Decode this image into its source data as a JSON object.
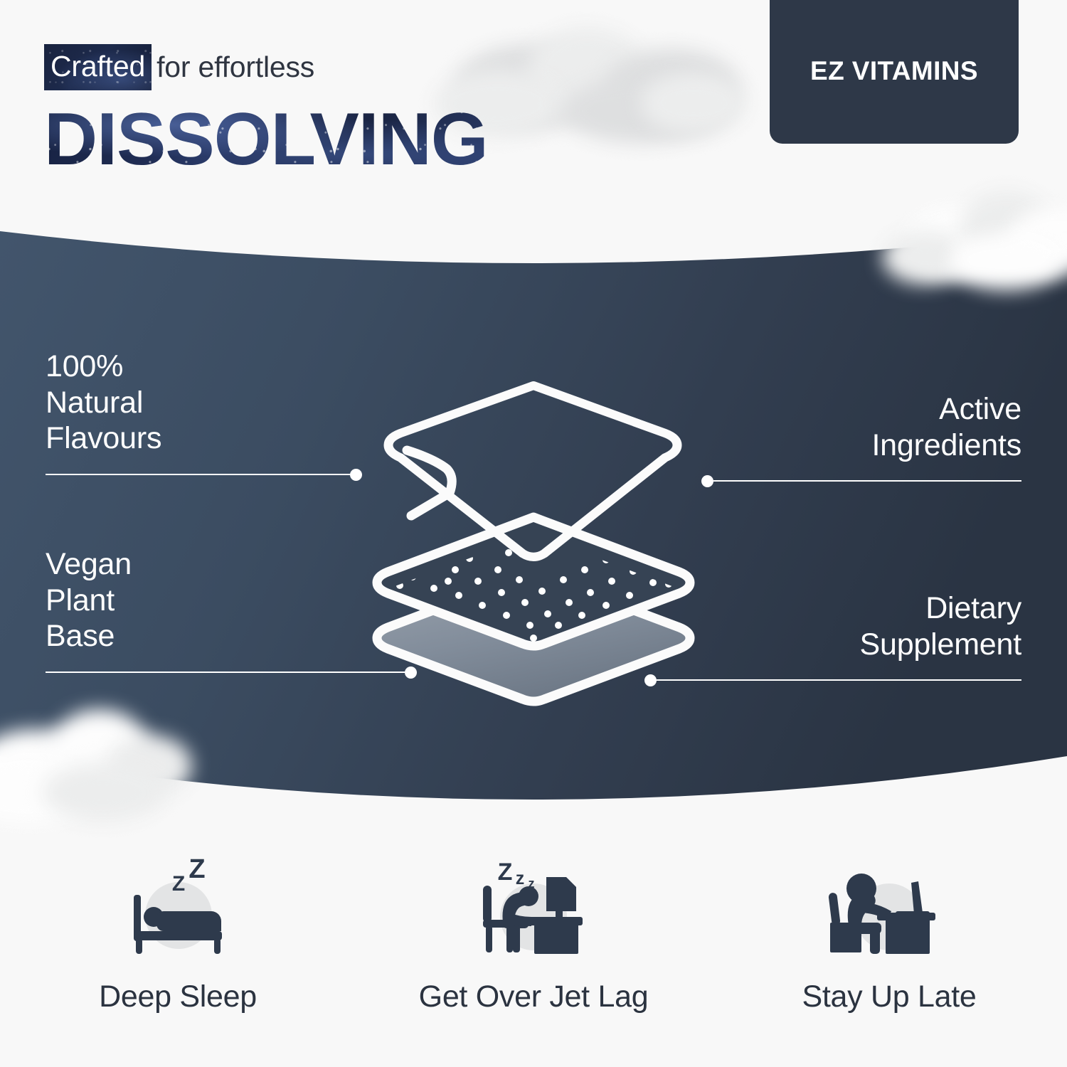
{
  "header": {
    "kicker_badge": "Crafted",
    "kicker_rest": "for effortless",
    "headline": "DISSOLVING"
  },
  "brand": {
    "name": "EZ VITAMINS"
  },
  "features": {
    "natural_flavours": "100%\nNatural\nFlavours",
    "vegan_plant_base": "Vegan\nPlant\nBase",
    "active_ingredients": "Active\nIngredients",
    "dietary_supplement": "Dietary\nSupplement"
  },
  "benefits": [
    {
      "label": "Deep Sleep",
      "icon": "person-sleeping-in-bed-icon"
    },
    {
      "label": "Get Over Jet Lag",
      "icon": "person-asleep-at-desk-icon"
    },
    {
      "label": "Stay Up Late",
      "icon": "person-awake-at-desk-icon"
    }
  ],
  "graphic": {
    "name": "stacked-dissolving-film-layers-icon",
    "layers": [
      "top-outline-layer",
      "middle-dotted-layer",
      "bottom-solid-layer"
    ]
  },
  "colors": {
    "page_background": "#f8f8f8",
    "panel_gradient_left": "#41546b",
    "panel_gradient_right": "#2b3545",
    "brand_badge": "#2e3848",
    "headline_navy": "#1d2a4c",
    "text_dark": "#2b3340",
    "white": "#ffffff",
    "icon_circle": "#e3e4e5"
  }
}
